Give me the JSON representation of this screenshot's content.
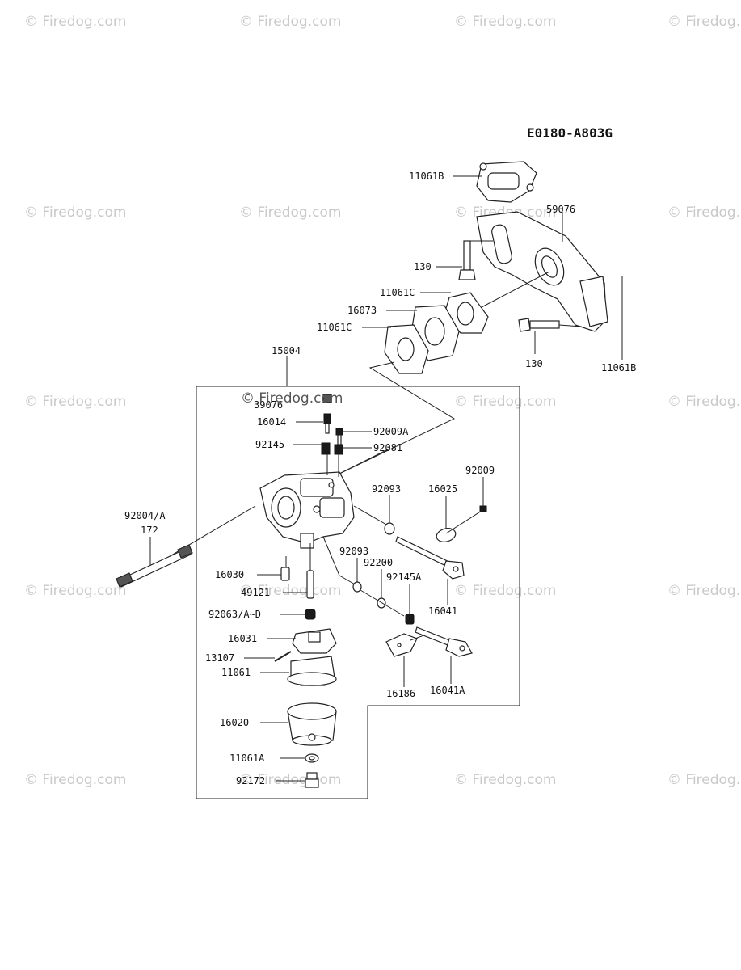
{
  "diagram_code": "E0180-A803G",
  "watermark": "© Firedog.com",
  "labels": {
    "l_11061B_top": "11061B",
    "l_59076": "59076",
    "l_130_a": "130",
    "l_11061C_a": "11061C",
    "l_16073": "16073",
    "l_11061C_b": "11061C",
    "l_130_b": "130",
    "l_11061B_side": "11061B",
    "l_15004": "15004",
    "l_39076": "39076",
    "l_16014": "16014",
    "l_92009A": "92009A",
    "l_92145": "92145",
    "l_92081": "92081",
    "l_92009": "92009",
    "l_92093_a": "92093",
    "l_16025": "16025",
    "l_92004A": "92004/A",
    "l_172": "172",
    "l_92093_b": "92093",
    "l_92200": "92200",
    "l_92145A": "92145A",
    "l_16030": "16030",
    "l_16041": "16041",
    "l_49121": "49121",
    "l_92063": "92063/A~D",
    "l_16031": "16031",
    "l_13107": "13107",
    "l_11061": "11061",
    "l_16186": "16186",
    "l_16041A": "16041A",
    "l_16020": "16020",
    "l_11061A": "11061A",
    "l_92172": "92172"
  },
  "icons": {
    "copyright": "copyright-icon"
  }
}
